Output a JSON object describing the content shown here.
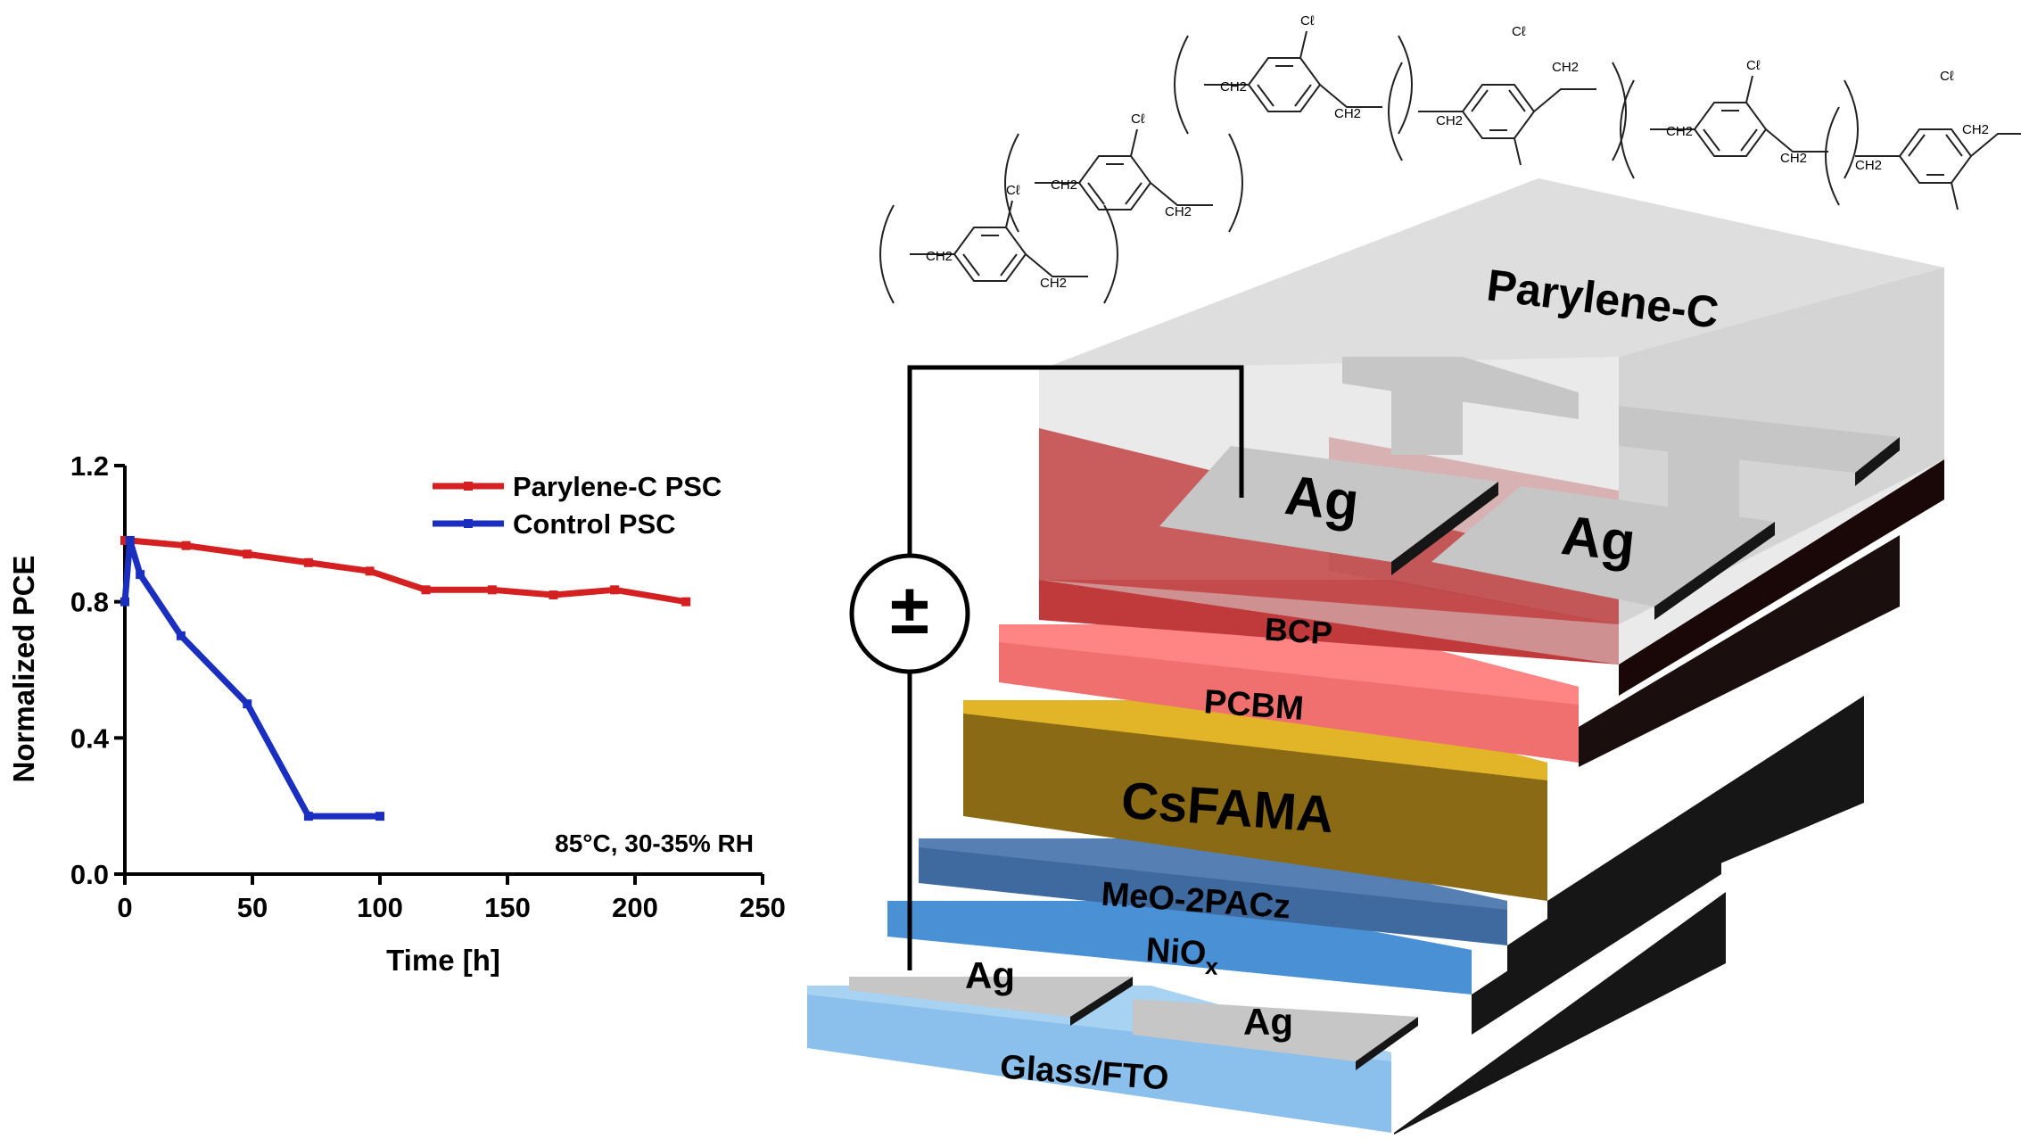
{
  "chart_data": {
    "type": "line",
    "xlabel": "Time [h]",
    "ylabel": "Normalized PCE",
    "xlim": [
      0,
      250
    ],
    "ylim": [
      0,
      1.2
    ],
    "x_ticks": [
      0,
      50,
      100,
      150,
      200,
      250
    ],
    "y_ticks": [
      0.0,
      0.4,
      0.8,
      1.2
    ],
    "x_tick_labels": [
      "0",
      "50",
      "100",
      "150",
      "200",
      "250"
    ],
    "y_tick_labels": [
      "0.0",
      "0.4",
      "0.8",
      "1.2"
    ],
    "legend_position": "top-right",
    "annotation": "85°C, 30-35% RH",
    "grid": false,
    "series": [
      {
        "name": "Parylene-C PSC",
        "color": "#d42020",
        "x": [
          0,
          2,
          24,
          48,
          72,
          96,
          118,
          144,
          168,
          192,
          220
        ],
        "y": [
          0.98,
          0.98,
          0.965,
          0.94,
          0.915,
          0.89,
          0.835,
          0.835,
          0.82,
          0.835,
          0.8
        ]
      },
      {
        "name": "Control PSC",
        "color": "#1a2fc0",
        "x": [
          0,
          2,
          6,
          22,
          48,
          72,
          100
        ],
        "y": [
          0.8,
          0.98,
          0.88,
          0.7,
          0.5,
          0.17,
          0.17
        ]
      }
    ]
  },
  "device": {
    "top_layer": "Parylene-C",
    "layers": {
      "bcp": "BCP",
      "pcbm": "PCBM",
      "perovskite": "CsFAMA",
      "sam": "MeO-2PACz",
      "htl_base": "NiO",
      "htl_sub": "x",
      "substrate": "Glass/FTO"
    },
    "electrodes": {
      "top_left": "Ag",
      "top_right": "Ag",
      "bottom_left": "Ag",
      "bottom_right": "Ag"
    },
    "source_symbol_plus": "±",
    "source_symbol_minus": "−",
    "colors": {
      "parylene": "#dcdcdc",
      "bcp": "#c0393b",
      "pcbm": "#f07070",
      "perovskite": "#8a6a14",
      "sam": "#3e6aa0",
      "nio": "#4a90d4",
      "glass": "#8cc0ec",
      "silver": "#c6c6c6",
      "side": "#161616"
    }
  },
  "molecules": {
    "ch2": "CH2",
    "cl": "Cℓ"
  }
}
